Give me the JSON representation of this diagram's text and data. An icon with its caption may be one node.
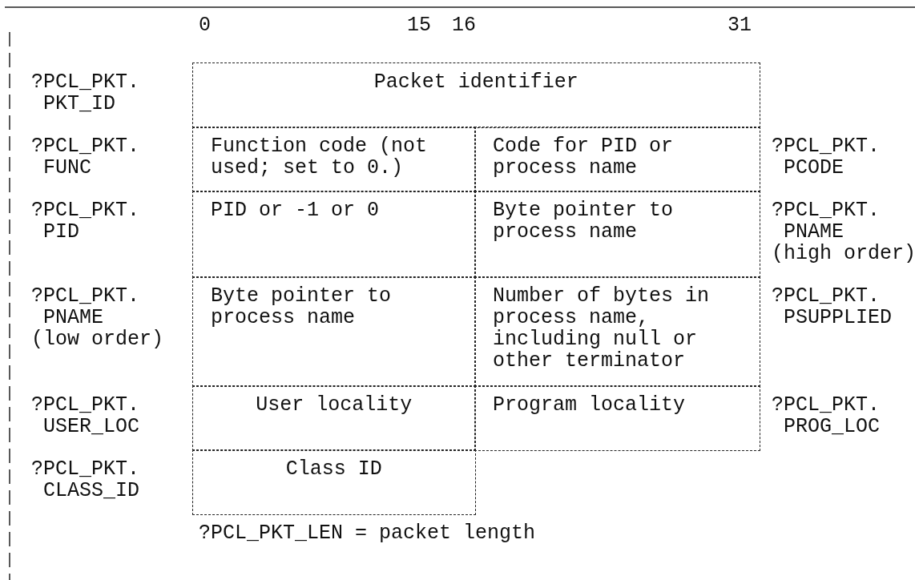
{
  "diagram": {
    "nodes": [
      {
        "text": [
          "Packet identifier"
        ],
        "beside": [
          "?PCL_PKT. PKT_ID"
        ]
      },
      {
        "text": [
          "Function code (not used; set to 0.)"
        ],
        "beside": [
          "?PCL_PKT. FUNC"
        ]
      },
      {
        "text": [
          "Code for PID or process name"
        ],
        "beside": [
          "?PCL_PKT. PCODE"
        ]
      },
      {
        "text": [
          "PID or -1 or 0"
        ],
        "beside": [
          "?PCL_PKT. PID"
        ]
      },
      {
        "text": [
          "Byte pointer to process name"
        ],
        "beside": [
          "?PCL_PKT. PNAME (high order)"
        ]
      },
      {
        "text": [
          "Byte pointer to process name"
        ],
        "beside": [
          "?PCL_PKT. PNAME (low order)"
        ]
      },
      {
        "text": [
          "Number of bytes in process name, including null or other terminator"
        ],
        "beside": [
          "?PCL_PKT. PSUPPLIED"
        ]
      },
      {
        "text": [
          "User locality"
        ],
        "beside": [
          "?PCL_PKT. USER_LOC"
        ]
      },
      {
        "text": [
          "Program locality"
        ],
        "beside": [
          "?PCL_PKT. PROG_LOC"
        ]
      },
      {
        "text": [
          "Class ID"
        ],
        "beside": [
          "?PCL_PKT. CLASS_ID"
        ]
      }
    ],
    "labels": [
      "0",
      "15",
      "16",
      "31",
      "?PCL_PKT_LEN = packet length"
    ]
  }
}
